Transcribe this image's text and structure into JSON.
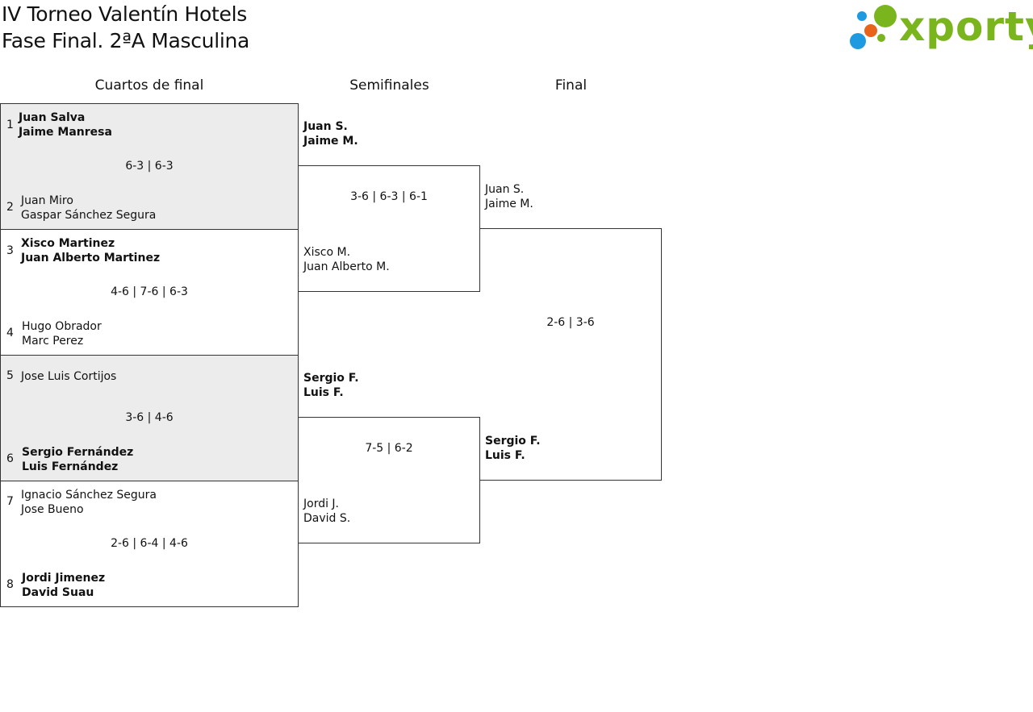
{
  "header": {
    "title_line1": "IV Torneo Valentín Hotels",
    "title_line2": "Fase Final. 2ªA Masculina",
    "logo_text": "xporty",
    "logo_colors": {
      "green": "#7ab51d",
      "orange": "#e8641b",
      "blue": "#1e9be0"
    }
  },
  "rounds": {
    "quarterfinals": "Cuartos de final",
    "semifinals": "Semifinales",
    "final": "Final"
  },
  "quarterfinals": [
    {
      "top": {
        "seed": "1",
        "p1": "Juan Salva",
        "p2": "Jaime Manresa",
        "winner": true
      },
      "score": "6-3 | 6-3",
      "bottom": {
        "seed": "2",
        "p1": "Juan Miro",
        "p2": "Gaspar Sánchez Segura",
        "winner": false
      }
    },
    {
      "top": {
        "seed": "3",
        "p1": "Xisco Martinez",
        "p2": "Juan Alberto Martinez",
        "winner": true
      },
      "score": "4-6 | 7-6 | 6-3",
      "bottom": {
        "seed": "4",
        "p1": "Hugo Obrador",
        "p2": "Marc Perez",
        "winner": false
      }
    },
    {
      "top": {
        "seed": "5",
        "p1": "Jose Luis Cortijos",
        "p2": "",
        "winner": false
      },
      "score": "3-6 | 4-6",
      "bottom": {
        "seed": "6",
        "p1": "Sergio Fernández",
        "p2": "Luis Fernández",
        "winner": true
      }
    },
    {
      "top": {
        "seed": "7",
        "p1": "Ignacio Sánchez Segura",
        "p2": "Jose Bueno",
        "winner": false
      },
      "score": "2-6 | 6-4 | 4-6",
      "bottom": {
        "seed": "8",
        "p1": "Jordi Jimenez",
        "p2": "David Suau",
        "winner": true
      }
    }
  ],
  "semifinals": [
    {
      "top": {
        "p1": "Juan S.",
        "p2": "Jaime M.",
        "winner": true
      },
      "score": "3-6 | 6-3 | 6-1",
      "bottom": {
        "p1": "Xisco M.",
        "p2": "Juan Alberto M.",
        "winner": false
      }
    },
    {
      "top": {
        "p1": "Sergio F.",
        "p2": "Luis F.",
        "winner": true
      },
      "score": "7-5 | 6-2",
      "bottom": {
        "p1": "Jordi J.",
        "p2": "David S.",
        "winner": false
      }
    }
  ],
  "final": {
    "top": {
      "p1": "Juan S.",
      "p2": "Jaime M.",
      "winner": false
    },
    "score": "2-6 | 3-6",
    "bottom": {
      "p1": "Sergio F.",
      "p2": "Luis F.",
      "winner": true
    }
  }
}
